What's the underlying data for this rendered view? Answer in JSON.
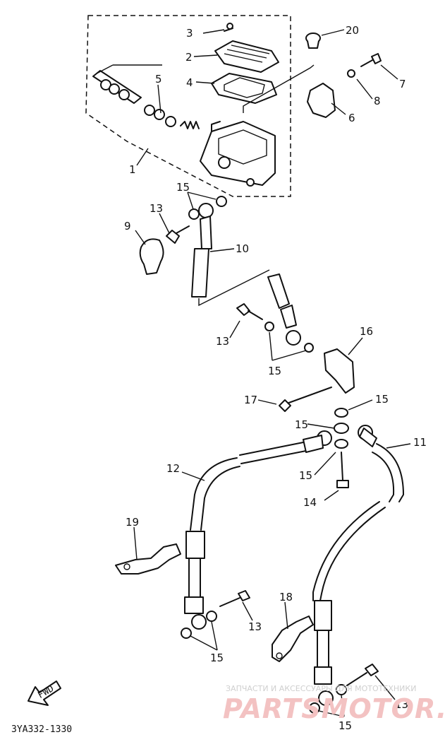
{
  "diagram_code": "3YA332-1330",
  "fwd_label": "FWD",
  "watermark": {
    "line1": "ЗАПЧАСТИ И АКСЕССУАРЫ ДЛЯ МОТОТЕХНИКИ",
    "line2": "PARTSMOTOR.RU"
  },
  "callouts": [
    "1",
    "2",
    "3",
    "4",
    "5",
    "6",
    "7",
    "8",
    "9",
    "10",
    "11",
    "12",
    "13",
    "14",
    "15",
    "16",
    "17",
    "18",
    "19",
    "20"
  ]
}
